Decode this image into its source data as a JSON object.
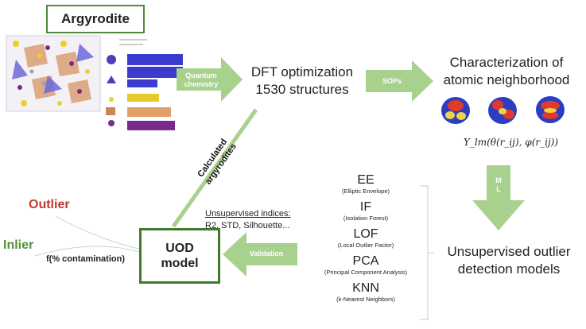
{
  "title": "Argyrodite",
  "arrows": {
    "quantum": [
      "Quantum",
      "chemistry"
    ],
    "sops": "SOPs",
    "ml": [
      "M",
      "L"
    ],
    "validation": "Validation",
    "calculated": [
      "Calculated",
      "argyrodites"
    ]
  },
  "dft": [
    "DFT optimization",
    "1530 structures"
  ],
  "characterization": [
    "Characterization of",
    "atomic neighborhood"
  ],
  "formula": "Y_lm(θ(r_ij), φ(r_ij))",
  "uod_models": [
    "Unsupervised outlier",
    "detection models"
  ],
  "methods": [
    {
      "abbr": "EE",
      "full": "(Elliptic Envelope)"
    },
    {
      "abbr": "IF",
      "full": "(Isolation Forest)"
    },
    {
      "abbr": "LOF",
      "full": "(Local Outlier Factor)"
    },
    {
      "abbr": "PCA",
      "full": "(Principal Component Analysis)"
    },
    {
      "abbr": "KNN",
      "full": "(k-Nearest Neighbors)"
    }
  ],
  "indices": {
    "title": "Unsupervised indices:",
    "list": "R2, STD, Silhouette..."
  },
  "uod_box": [
    "UOD",
    "model"
  ],
  "outlier": "Outlier",
  "inlier": "Inlier",
  "contamination": "f(% contamination)",
  "colors": {
    "green_arrow": "#a9d18e",
    "outlier_red": "#c0392b",
    "inlier_green": "#5a8f3c",
    "box_border": "#3f7a2e"
  }
}
